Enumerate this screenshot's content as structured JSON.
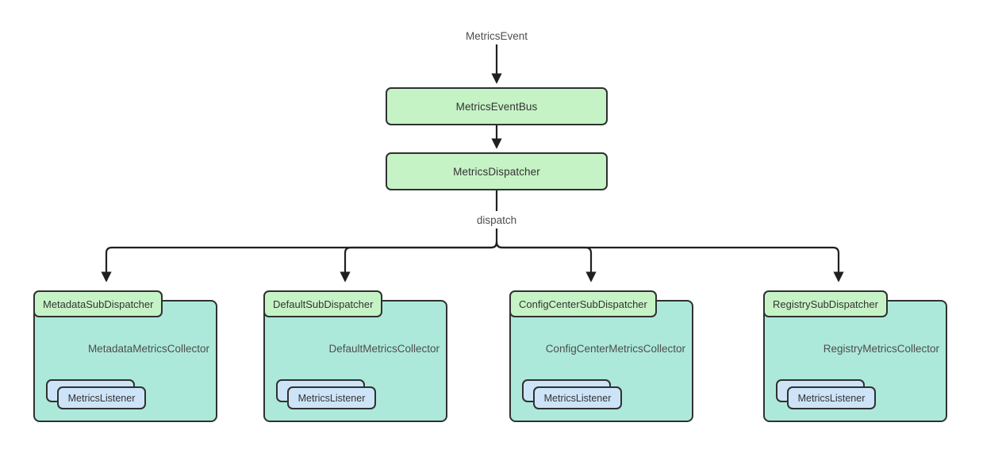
{
  "diagram": {
    "title_label": "MetricsEvent",
    "dispatch_label": "dispatch",
    "colors": {
      "stage_fill": "#c6f3c6",
      "group_fill": "#ade9da",
      "listener_fill": "#cde4f8",
      "stroke": "#2f3130",
      "collector_arrow": "#f4907c",
      "label_text": "#4d4d4d",
      "background": "#ffffff"
    },
    "stages": [
      {
        "id": "metrics-event-bus",
        "label": "MetricsEventBus"
      },
      {
        "id": "metrics-dispatcher",
        "label": "MetricsDispatcher"
      }
    ],
    "groups": [
      {
        "id": "metadata",
        "tab_label": "MetadataSubDispatcher",
        "collector_label": "MetadataMetricsCollector",
        "listener_label": "MetricsListener"
      },
      {
        "id": "default",
        "tab_label": "DefaultSubDispatcher",
        "collector_label": "DefaultMetricsCollector",
        "listener_label": "MetricsListener"
      },
      {
        "id": "configcenter",
        "tab_label": "ConfigCenterSubDispatcher",
        "collector_label": "ConfigCenterMetricsCollector",
        "listener_label": "MetricsListener"
      },
      {
        "id": "registry",
        "tab_label": "RegistrySubDispatcher",
        "collector_label": "RegistryMetricsCollector",
        "listener_label": "MetricsListener"
      }
    ]
  }
}
